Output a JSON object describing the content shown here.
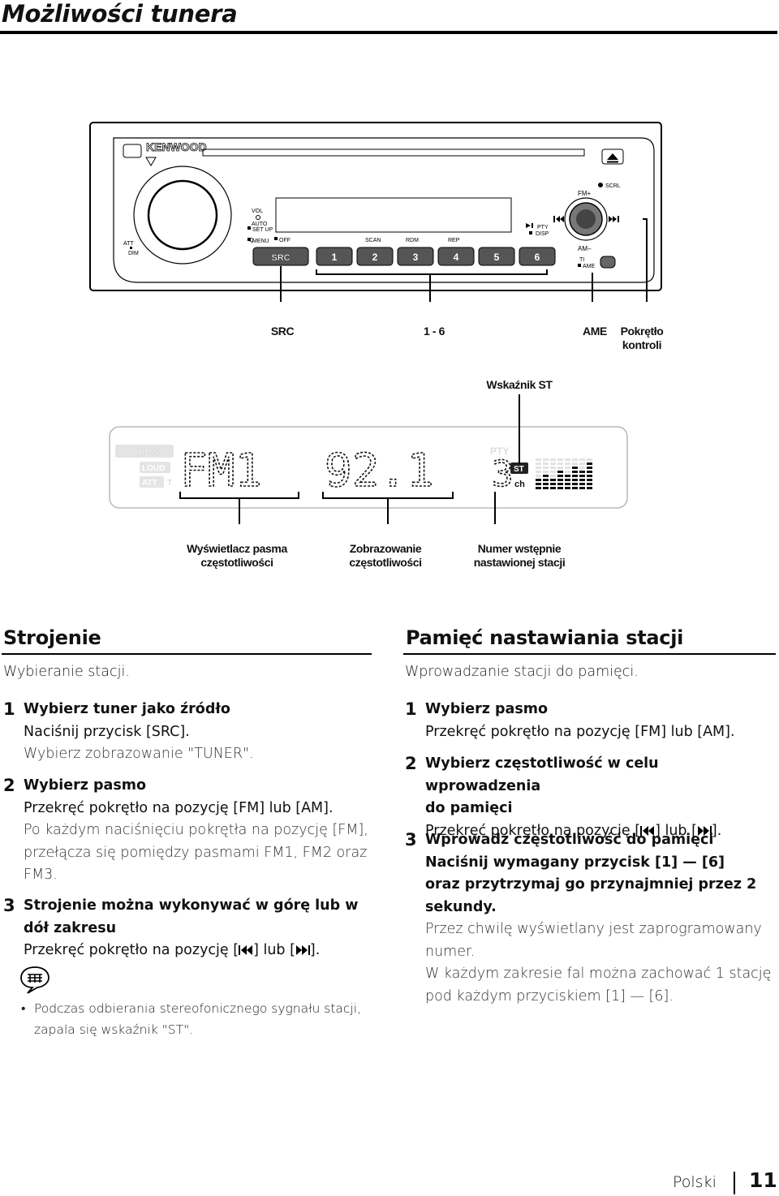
{
  "page": {
    "title": "Możliwości tunera",
    "language": "Polski",
    "page_number": "11"
  },
  "radio": {
    "brand": "KENWOOD",
    "vol_label": "VOL",
    "auto_label": "AUTO",
    "setup_label": "SET UP",
    "menu_label": "MENU",
    "off_label": "OFF",
    "att_label": "ATT",
    "dim_label": "DIM",
    "scan_label": "SCAN",
    "rdm_label": "RDM",
    "rep_label": "REP",
    "pty_label": "PTY",
    "disp_label": "DISP",
    "fm_label": "FM+",
    "am_label": "AM–",
    "scrl_label": "SCRL",
    "ti_label": "TI",
    "ame_label": "AME",
    "src_button": "SRC",
    "preset_buttons": [
      "1",
      "2",
      "3",
      "4",
      "5",
      "6"
    ]
  },
  "callouts": {
    "src": "SRC",
    "presets": "1 - 6",
    "ame": "AME",
    "control_knob_l1": "Pokrętło",
    "control_knob_l2": "kontroli",
    "st_indicator": "Wskaźnik ST",
    "band_display_l1": "Wyświetlacz pasma",
    "band_display_l2": "częstotliwości",
    "freq_display_l1": "Zobrazowanie",
    "freq_display_l2": "częstotliwości",
    "preset_number_l1": "Numer wstępnie",
    "preset_number_l2": "nastawionej stacji"
  },
  "lcd": {
    "rds_label": "RDS",
    "loud_label": "LOUD",
    "att_label": "ATT",
    "t_label": "T",
    "band": "FM1",
    "frequency": "92.1",
    "preset": "3",
    "pty_label": "PTY",
    "st_badge": "ST",
    "ch_label": "ch"
  },
  "tuning": {
    "title": "Strojenie",
    "intro": "Wybieranie stacji.",
    "steps": [
      {
        "num": "1",
        "heading": "Wybierz tuner jako źródło",
        "action": "Naciśnij przycisk [SRC].",
        "note": "Wybierz zobrazowanie \"TUNER\"."
      },
      {
        "num": "2",
        "heading": "Wybierz pasmo",
        "action": "Przekręć pokrętło na pozycję [FM] lub [AM].",
        "note_l1": "Po każdym naciśnięciu pokrętła na pozycję [FM],",
        "note_l2": "przełącza się pomiędzy pasmami FM1, FM2 oraz",
        "note_l3": "FM3."
      },
      {
        "num": "3",
        "heading_l1": "Strojenie można wykonywać w górę lub w",
        "heading_l2": "dół zakresu",
        "action_prefix": "Przekręć pokrętło na pozycję [",
        "action_mid": "] lub [",
        "action_suffix": "]."
      }
    ],
    "note_bullet": "•",
    "note_l1": "Podczas odbierania stereofonicznego sygnału stacji,",
    "note_l2": "zapala się wskaźnik \"ST\"."
  },
  "memory": {
    "title": "Pamięć nastawiania stacji",
    "intro": "Wprowadzanie stacji do pamięci.",
    "steps": [
      {
        "num": "1",
        "heading": "Wybierz pasmo",
        "action": "Przekręć pokrętło na pozycję [FM] lub [AM]."
      },
      {
        "num": "2",
        "heading_l1": "Wybierz częstotliwość w celu wprowadzenia",
        "heading_l2": "do pamięci",
        "action_prefix": "Przekręć pokrętło na pozycję [",
        "action_mid": "] lub [",
        "action_suffix": "]."
      },
      {
        "num": "3",
        "heading": "Wprowadź częstotliwość do pamięci",
        "action_l1": "Naciśnij wymagany przycisk [1] — [6]",
        "action_l2": "oraz przytrzymaj go przynajmniej przez 2",
        "action_l3": "sekundy.",
        "note_l1": "Przez chwilę wyświetlany jest zaprogramowany",
        "note_l2": "numer.",
        "note_l3": "W każdym zakresie fal można zachować 1 stację",
        "note_l4": "pod każdym przyciskiem [1] — [6]."
      }
    ]
  }
}
